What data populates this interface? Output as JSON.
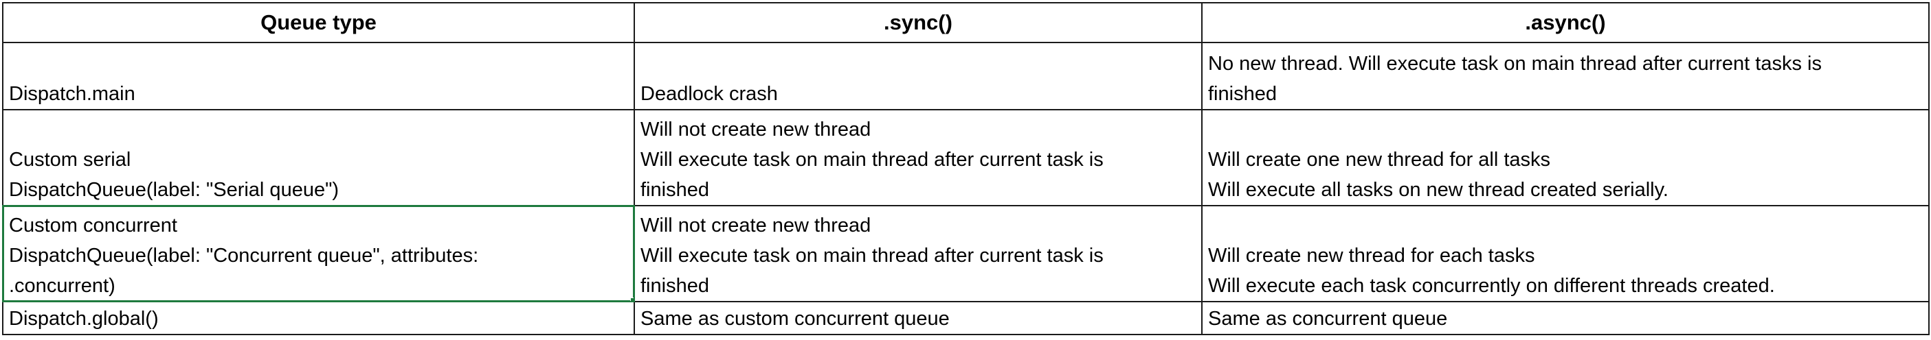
{
  "table": {
    "headers": [
      "Queue type",
      ".sync()",
      ".async()"
    ],
    "rows": [
      {
        "queue_type": [
          "Dispatch.main"
        ],
        "sync": [
          "Deadlock crash"
        ],
        "async": [
          "No new thread. Will execute task on main thread after current tasks is",
          "finished"
        ]
      },
      {
        "queue_type": [
          "Custom serial",
          "DispatchQueue(label: \"Serial queue\")"
        ],
        "sync": [
          "Will not create new thread",
          "Will execute task on main thread after current task is",
          "finished"
        ],
        "async": [
          "Will create one new thread for all tasks",
          "Will execute all tasks on new thread created serially."
        ]
      },
      {
        "queue_type": [
          "Custom concurrent",
          "DispatchQueue(label: \"Concurrent queue\", attributes:",
          ".concurrent)"
        ],
        "sync": [
          "Will not create new thread",
          "Will execute task on main thread after current task is",
          "finished"
        ],
        "async": [
          "Will create new thread for each tasks",
          "Will execute each task concurrently on different threads created."
        ]
      },
      {
        "queue_type": [
          "Dispatch.global()"
        ],
        "sync": [
          "Same as custom concurrent queue"
        ],
        "async": [
          "Same as concurrent queue"
        ]
      }
    ]
  },
  "colors": {
    "border": "#1a1a1a",
    "selection": "#1e7a3e"
  }
}
